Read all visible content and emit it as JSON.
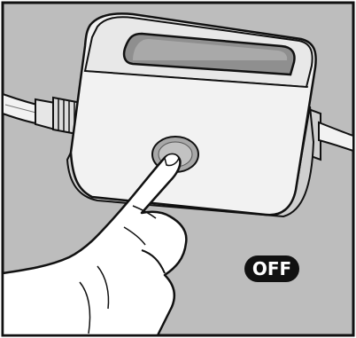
{
  "illustration": {
    "subject": "power-supply-unit",
    "action": "finger-pressing-power-button",
    "colors": {
      "background": "#bdbdbd",
      "outline": "#111111",
      "device_light": "#f2f2f2",
      "device_shade": "#d4d4d4",
      "button": "#a8a8a8",
      "skin": "#ffffff"
    }
  },
  "badge": {
    "label": "OFF",
    "color": "#111111",
    "text_color": "#ffffff"
  }
}
